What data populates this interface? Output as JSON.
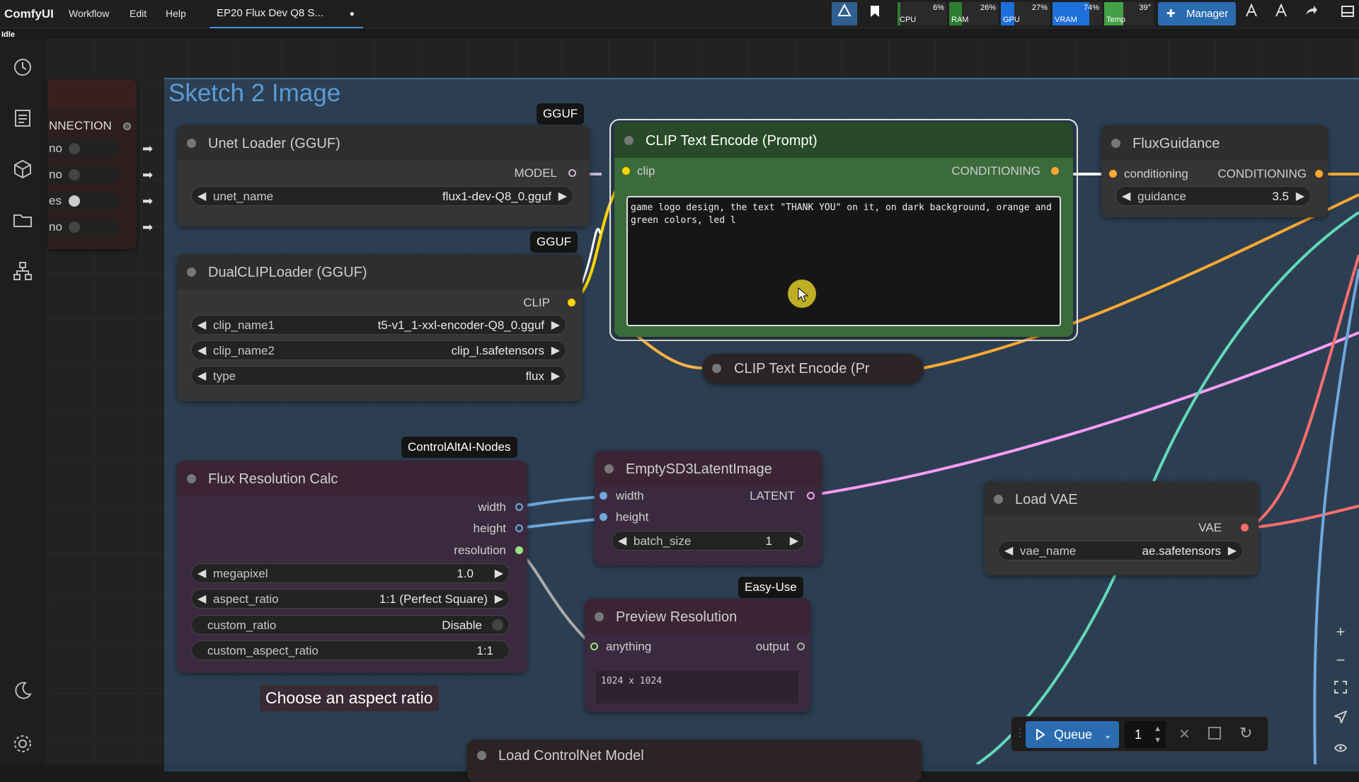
{
  "topbar": {
    "brand": "ComfyUI",
    "menus": [
      "Workflow",
      "Edit",
      "Help"
    ],
    "tab_title": "EP20 Flux Dev Q8 S...",
    "tab_modified": "●",
    "status": "Idle",
    "monitors": [
      {
        "label": "CPU",
        "value": "6%",
        "fraction": 0.06,
        "color": "#2e7d32"
      },
      {
        "label": "RAM",
        "value": "26%",
        "fraction": 0.26,
        "color": "#2e7d32"
      },
      {
        "label": "GPU",
        "value": "27%",
        "fraction": 0.27,
        "color": "#1e6fd9"
      },
      {
        "label": "VRAM",
        "value": "74%",
        "fraction": 0.74,
        "color": "#1e6fd9"
      },
      {
        "label": "Temp",
        "value": "39°",
        "fraction": 0.39,
        "color": "#43a047"
      }
    ],
    "manager_label": "Manager"
  },
  "group": {
    "title": "Sketch 2 Image"
  },
  "badges": {
    "gguf1": "GGUF",
    "gguf2": "GGUF",
    "controlaltai": "ControlAltAI-Nodes",
    "easyuse": "Easy-Use"
  },
  "partial_node": {
    "header": "NNECTION",
    "rows": [
      "no",
      "no",
      "yes",
      "no"
    ],
    "row_labels_visible": [
      "no",
      "no",
      "es",
      "no"
    ]
  },
  "unet_loader": {
    "title": "Unet Loader (GGUF)",
    "output": "MODEL",
    "widget_label": "unet_name",
    "widget_value": "flux1-dev-Q8_0.gguf"
  },
  "dualclip": {
    "title": "DualCLIPLoader (GGUF)",
    "output": "CLIP",
    "widgets": [
      {
        "label": "clip_name1",
        "value": "t5-v1_1-xxl-encoder-Q8_0.gguf"
      },
      {
        "label": "clip_name2",
        "value": "clip_l.safetensors"
      },
      {
        "label": "type",
        "value": "flux"
      }
    ]
  },
  "clip_text": {
    "title": "CLIP Text Encode (Prompt)",
    "input": "clip",
    "output": "CONDITIONING",
    "prompt": "game logo design, the text \"THANK YOU\" on it, on dark background, orange and green colors, led l"
  },
  "clip_text2": {
    "title": "CLIP Text Encode (Pr"
  },
  "flux_guidance": {
    "title": "FluxGuidance",
    "input": "conditioning",
    "output": "CONDITIONING",
    "widget_label": "guidance",
    "widget_value": "3.5"
  },
  "flux_res": {
    "title": "Flux Resolution Calc",
    "outputs": [
      "width",
      "height",
      "resolution"
    ],
    "widgets": [
      {
        "label": "megapixel",
        "value": "1.0"
      },
      {
        "label": "aspect_ratio",
        "value": "1:1 (Perfect Square)"
      },
      {
        "label": "custom_ratio",
        "value": "Disable"
      },
      {
        "label": "custom_aspect_ratio",
        "value": "1:1"
      }
    ]
  },
  "empty_latent": {
    "title": "EmptySD3LatentImage",
    "inputs": [
      "width",
      "height"
    ],
    "output": "LATENT",
    "widget_label": "batch_size",
    "widget_value": "1"
  },
  "preview_res": {
    "title": "Preview Resolution",
    "input": "anything",
    "output": "output",
    "text": "1024 x 1024"
  },
  "load_vae": {
    "title": "Load VAE",
    "output": "VAE",
    "widget_label": "vae_name",
    "widget_value": "ae.safetensors"
  },
  "controlnet": {
    "title": "Load ControlNet Model"
  },
  "tooltip": "Choose an aspect ratio",
  "queue": {
    "label": "Queue",
    "count": "1"
  }
}
